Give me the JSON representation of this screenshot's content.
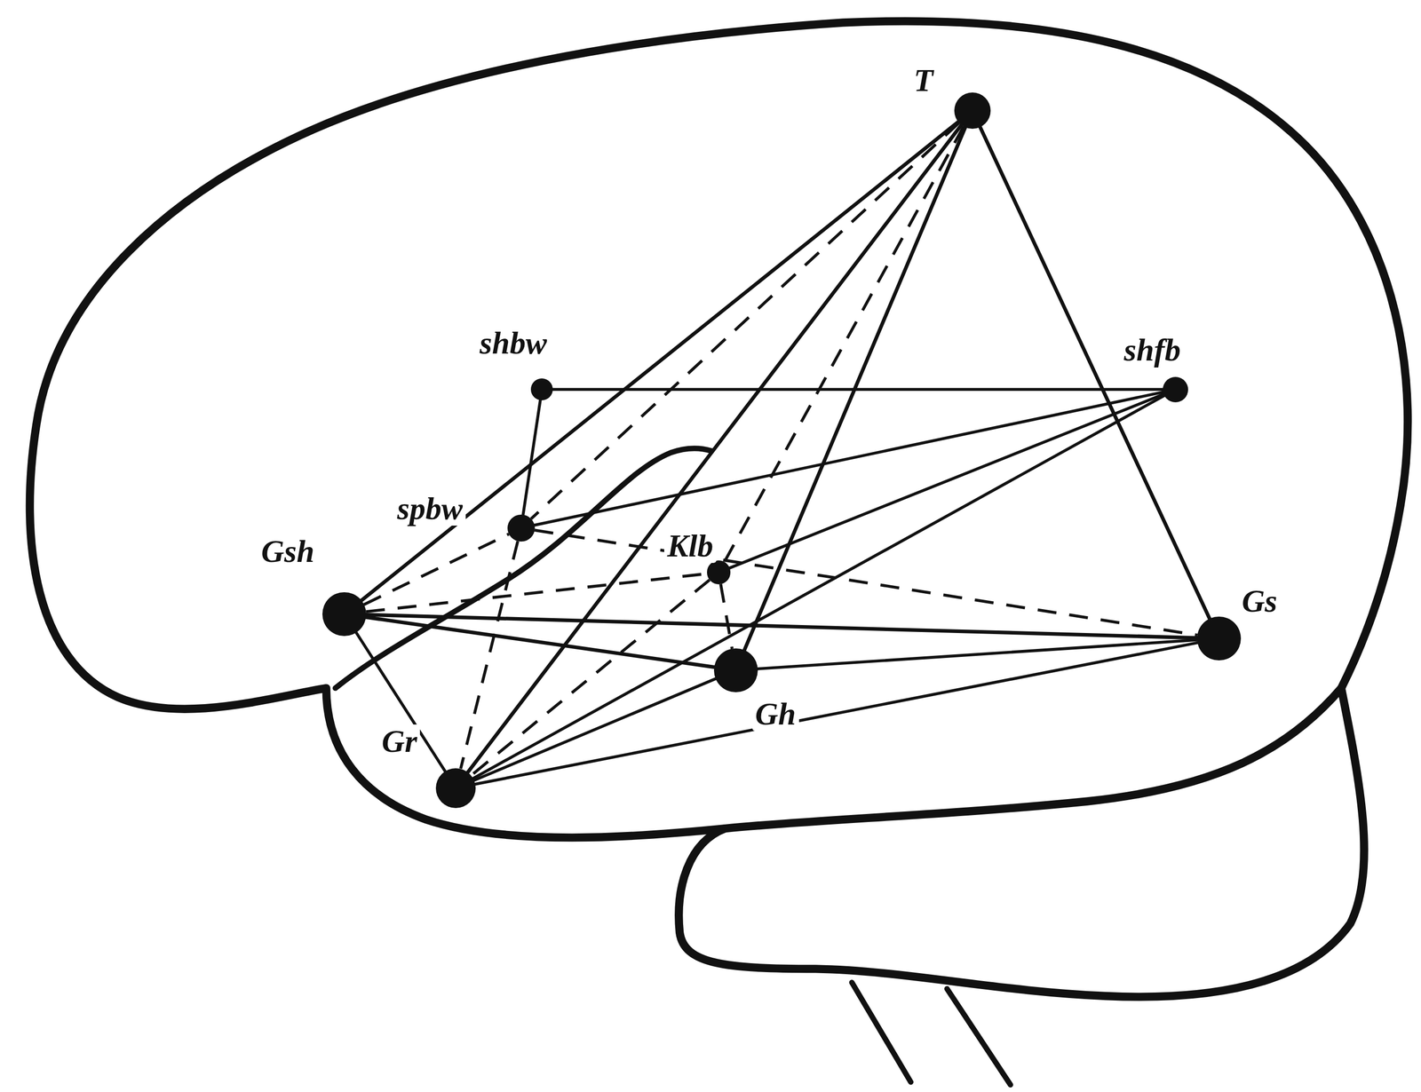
{
  "diagram": {
    "nodes": [
      {
        "text": [
          "T"
        ]
      },
      {
        "text": [
          "shbw"
        ]
      },
      {
        "text": [
          "shfb"
        ]
      },
      {
        "text": [
          "spbw"
        ]
      },
      {
        "text": [
          "Klb"
        ]
      },
      {
        "text": [
          "Gsh"
        ]
      },
      {
        "text": [
          "Gs"
        ]
      },
      {
        "text": [
          "Gr"
        ]
      },
      {
        "text": [
          "Gh"
        ]
      }
    ],
    "edges": [
      {
        "from": 0,
        "to": 5,
        "arrow": "none"
      },
      {
        "from": 0,
        "to": 3,
        "arrow": "none"
      },
      {
        "from": 0,
        "to": 4,
        "arrow": "none"
      },
      {
        "from": 0,
        "to": 7,
        "arrow": "none"
      },
      {
        "from": 0,
        "to": 8,
        "arrow": "none"
      },
      {
        "from": 0,
        "to": 6,
        "arrow": "none"
      },
      {
        "from": 1,
        "to": 2,
        "arrow": "none"
      },
      {
        "from": 1,
        "to": 3,
        "arrow": "none"
      },
      {
        "from": 3,
        "to": 2,
        "arrow": "none"
      },
      {
        "from": 4,
        "to": 2,
        "arrow": "none"
      },
      {
        "from": 5,
        "to": 6,
        "arrow": "none"
      },
      {
        "from": 3,
        "to": 6,
        "arrow": "none"
      },
      {
        "from": 5,
        "to": 8,
        "arrow": "none"
      },
      {
        "from": 5,
        "to": 7,
        "arrow": "none"
      },
      {
        "from": 5,
        "to": 3,
        "arrow": "none"
      },
      {
        "from": 5,
        "to": 4,
        "arrow": "none"
      },
      {
        "from": 3,
        "to": 7,
        "arrow": "none"
      },
      {
        "from": 4,
        "to": 8,
        "arrow": "none"
      },
      {
        "from": 7,
        "to": 8,
        "arrow": "none"
      },
      {
        "from": 7,
        "to": 6,
        "arrow": "none"
      },
      {
        "from": 8,
        "to": 6,
        "arrow": "none"
      },
      {
        "from": 7,
        "to": 2,
        "arrow": "none"
      },
      {
        "from": 4,
        "to": 7,
        "arrow": "none"
      }
    ]
  }
}
